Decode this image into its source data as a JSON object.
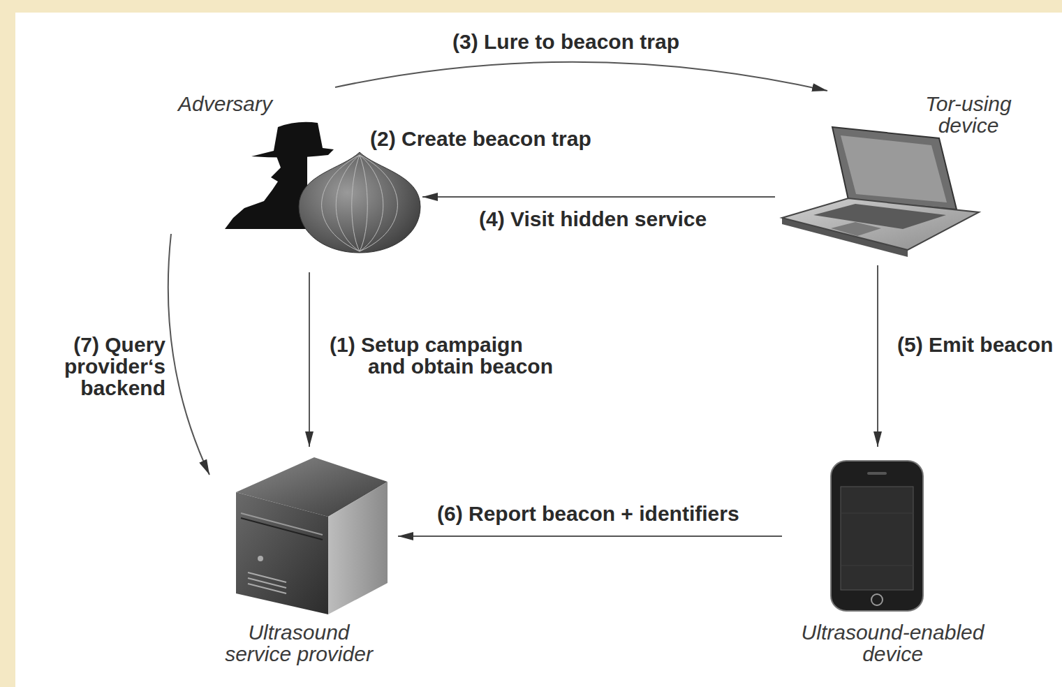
{
  "diagram": {
    "nodes": [
      {
        "text": [
          "Adversary"
        ]
      },
      {
        "text": [
          "Tor-using device"
        ]
      },
      {
        "text": [
          "Ultrasound service provider"
        ]
      },
      {
        "text": [
          "Ultrasound-enabled device"
        ]
      }
    ],
    "edges": [
      {
        "from": 0,
        "to": 2,
        "arrow": "to",
        "label": "(1) Setup campaign and obtain beacon"
      },
      {
        "from": 0,
        "to": 1,
        "arrow": "to",
        "label": "(3) Lure to beacon trap"
      },
      {
        "from": 1,
        "to": 0,
        "arrow": "to",
        "label": "(4) Visit hidden service"
      },
      {
        "from": 1,
        "to": 3,
        "arrow": "to",
        "label": "(5) Emit beacon"
      },
      {
        "from": 3,
        "to": 2,
        "arrow": "to",
        "label": "(6) Report beacon + identifiers"
      },
      {
        "from": 0,
        "to": 2,
        "arrow": "to",
        "label": "(7) Query provider‘s backend"
      }
    ],
    "labels": [
      "(2) Create beacon trap"
    ]
  }
}
